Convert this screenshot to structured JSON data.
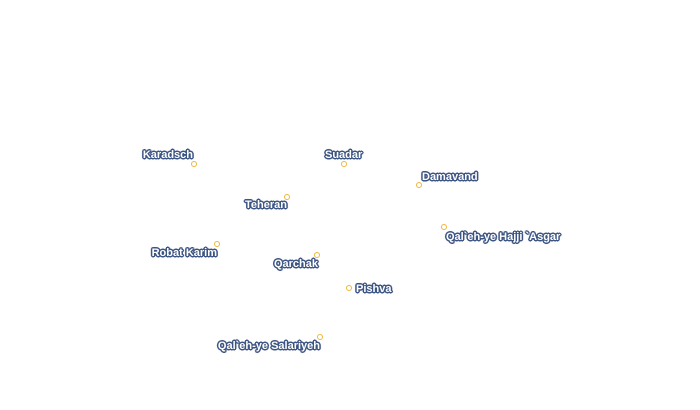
{
  "map": {
    "places": [
      {
        "name": "Karadsch"
      },
      {
        "name": "Suadar"
      },
      {
        "name": "Damavand"
      },
      {
        "name": "Teheran"
      },
      {
        "name": "Qal`eh-ye Hajji `Asgar"
      },
      {
        "name": "Robat Karim"
      },
      {
        "name": "Qarchak"
      },
      {
        "name": "Pishva"
      },
      {
        "name": "Qal`eh-ye Salariyeh"
      }
    ],
    "colors": {
      "marker": "#f0b43c",
      "label_fill": "#ffffff",
      "label_halo": "#3d5583",
      "background": "#ffffff"
    }
  }
}
